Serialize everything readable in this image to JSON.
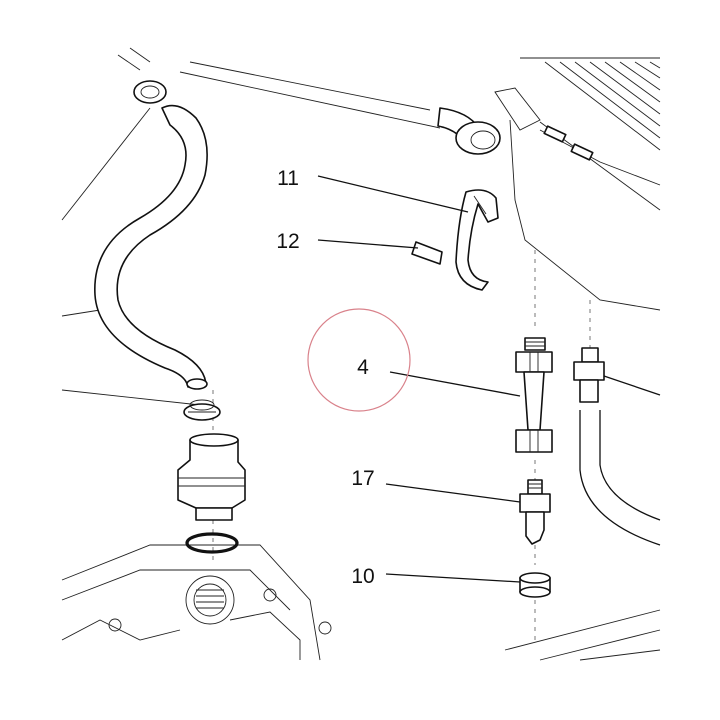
{
  "diagram": {
    "callouts": [
      {
        "id": "11",
        "label": "11"
      },
      {
        "id": "12",
        "label": "12"
      },
      {
        "id": "4",
        "label": "4"
      },
      {
        "id": "17",
        "label": "17"
      },
      {
        "id": "10",
        "label": "10"
      }
    ],
    "highlight": {
      "label": "4",
      "color": "#d9828b"
    }
  }
}
